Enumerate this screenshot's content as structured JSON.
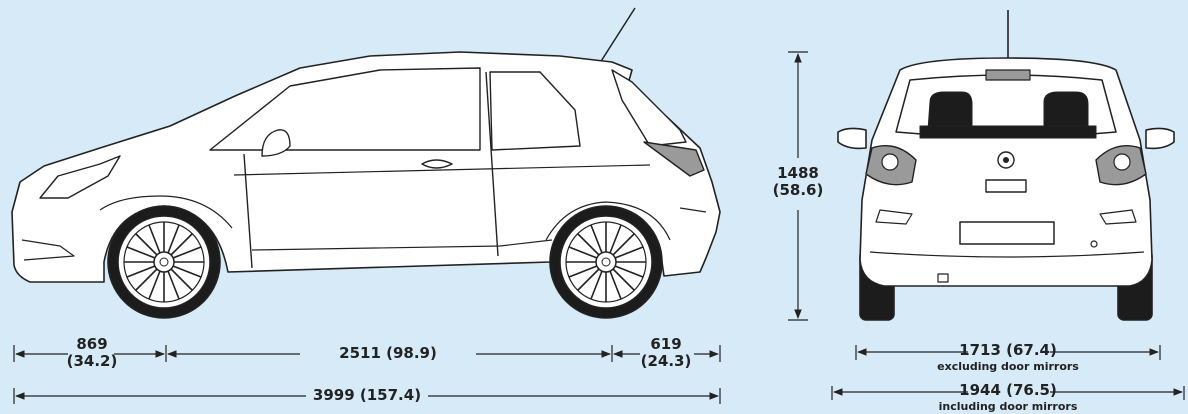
{
  "side_view": {
    "front_overhang": {
      "mm": "869",
      "in": "(34.2)"
    },
    "wheelbase": "2511 (98.9)",
    "rear_overhang": {
      "mm": "619",
      "in": "(24.3)"
    },
    "overall_length": "3999 (157.4)"
  },
  "rear_view": {
    "height": {
      "mm": "1488",
      "in": "(58.6)"
    },
    "width_excl": {
      "value": "1713 (67.4)",
      "note": "excluding door mirrors"
    },
    "width_incl": {
      "value": "1944 (76.5)",
      "note": "including door mirrors"
    }
  },
  "colors": {
    "background": "#d6eaf7",
    "line": "#222222",
    "car_fill": "#ffffff",
    "tyre": "#1c1c1c",
    "lamp": "#9a9a9a"
  },
  "icons": [
    "car-side-drawing",
    "car-rear-drawing",
    "wheel-icon",
    "brand-badge-icon"
  ]
}
